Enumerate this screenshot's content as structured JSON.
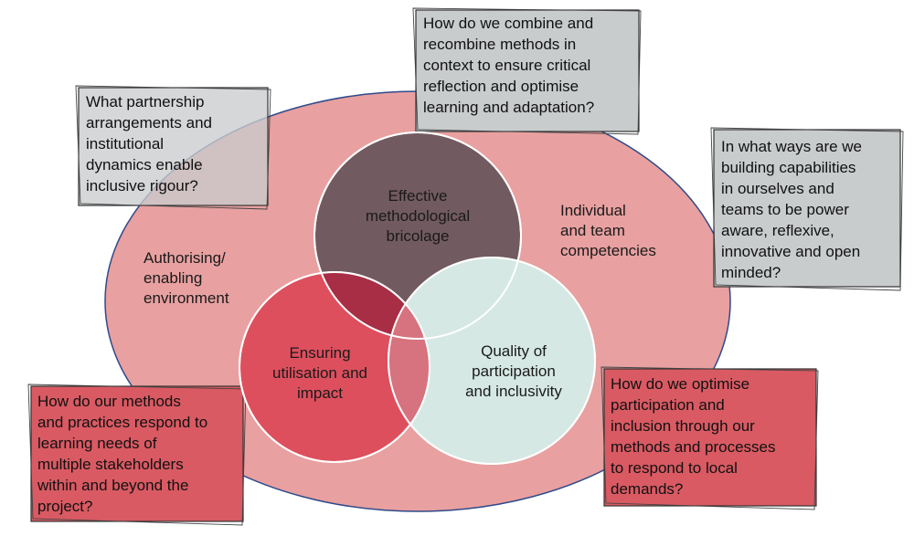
{
  "outer_region": {
    "left_label": "Authorising/\nenabling\nenvironment",
    "right_label": "Individual\nand team\ncompetencies"
  },
  "circles": {
    "top": "Effective\nmethodological\nbricolage",
    "left": "Ensuring\nutilisation and\nimpact",
    "right": "Quality of\nparticipation\nand inclusivity"
  },
  "boxes": {
    "top_center": "How do we combine and\nrecombine methods in\ncontext to ensure critical\nreflection and optimise\nlearning and adaptation?",
    "top_left": "What partnership\narrangements and\ninstitutional\ndynamics enable\ninclusive rigour?",
    "right": "In what ways are we\nbuilding capabilities\nin ourselves and\nteams to be power\naware, reflexive,\ninnovative and open\nminded?",
    "bottom_left": "How do our methods\nand practices respond to\nlearning needs of\nmultiple stakeholders\nwithin and beyond the\nproject?",
    "bottom_right": "How do we optimise\nparticipation and\ninclusion through our\nmethods and processes\nto respond to local\ndemands?"
  },
  "colors": {
    "outer_ellipse": "#e8a0a0",
    "outline": "#2f4a8a",
    "circle_top": "#715a60",
    "circle_left": "#de4f5e",
    "circle_right": "#d6e8e3",
    "overlap_top_left": "#a72e44",
    "overlap_left_right": "#d7727f",
    "box_grey": "#c9cccd",
    "box_red": "#d95a63"
  }
}
